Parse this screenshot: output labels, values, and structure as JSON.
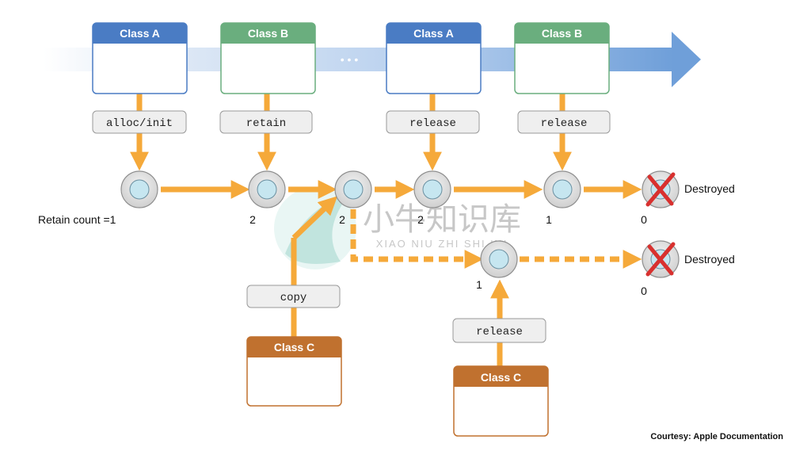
{
  "colors": {
    "class_a": "#4a7cc4",
    "class_b": "#6aae7e",
    "class_c": "#c0712f",
    "arrow": "#f5a93a",
    "timeline": "#7aa7dd",
    "node_fill": "#c6e6f0",
    "destroyed_mark": "#d8312f",
    "method_fill": "#efefef"
  },
  "timeline": {
    "ellipsis": "• • •"
  },
  "classes": {
    "a1": "Class A",
    "b1": "Class B",
    "a2": "Class A",
    "b2": "Class B",
    "c_copy": "Class C",
    "c_release": "Class C"
  },
  "methods": {
    "alloc_init": "alloc/init",
    "retain": "retain",
    "release_a": "release",
    "release_b": "release",
    "copy": "copy",
    "release_c": "release"
  },
  "counts": {
    "n1": "Retain count =1",
    "n2": "2",
    "n3": "2",
    "n4": "2",
    "n5": "1",
    "n6": "0",
    "n7": "1",
    "n8": "0"
  },
  "destroyed": {
    "top": "Destroyed",
    "bottom": "Destroyed"
  },
  "watermark": {
    "cn": "小牛知识库",
    "en": "XIAO NIU ZHI SHI KU"
  },
  "footer": {
    "credit": "Courtesy: Apple Documentation"
  }
}
